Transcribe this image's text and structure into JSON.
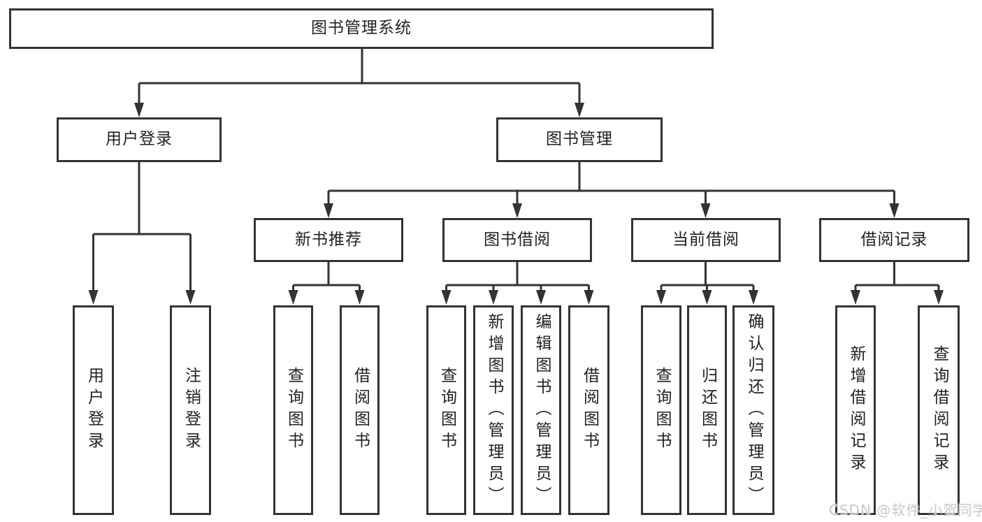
{
  "tree": {
    "label": "图书管理系统",
    "children": [
      {
        "label": "用户登录",
        "children": [
          {
            "label": "用户登录"
          },
          {
            "label": "注销登录"
          }
        ]
      },
      {
        "label": "图书管理",
        "children": [
          {
            "label": "新书推荐",
            "children": [
              {
                "label": "查询图书"
              },
              {
                "label": "借阅图书"
              }
            ]
          },
          {
            "label": "图书借阅",
            "children": [
              {
                "label": "查询图书"
              },
              {
                "label": "新增图书（管理员）"
              },
              {
                "label": "编辑图书（管理员）"
              },
              {
                "label": "借阅图书"
              }
            ]
          },
          {
            "label": "当前借阅",
            "children": [
              {
                "label": "查询图书"
              },
              {
                "label": "归还图书"
              },
              {
                "label": "确认归还（管理员）"
              }
            ]
          },
          {
            "label": "借阅记录",
            "children": [
              {
                "label": "新增借阅记录"
              },
              {
                "label": "查询借阅记录"
              }
            ]
          }
        ]
      }
    ]
  },
  "watermark": {
    "text": "CSDN @软件_小贺同学",
    "color": "#c7c7c7"
  },
  "colors": {
    "line": "#333333",
    "box_border": "#333333",
    "text": "#222222",
    "background": "#ffffff"
  }
}
